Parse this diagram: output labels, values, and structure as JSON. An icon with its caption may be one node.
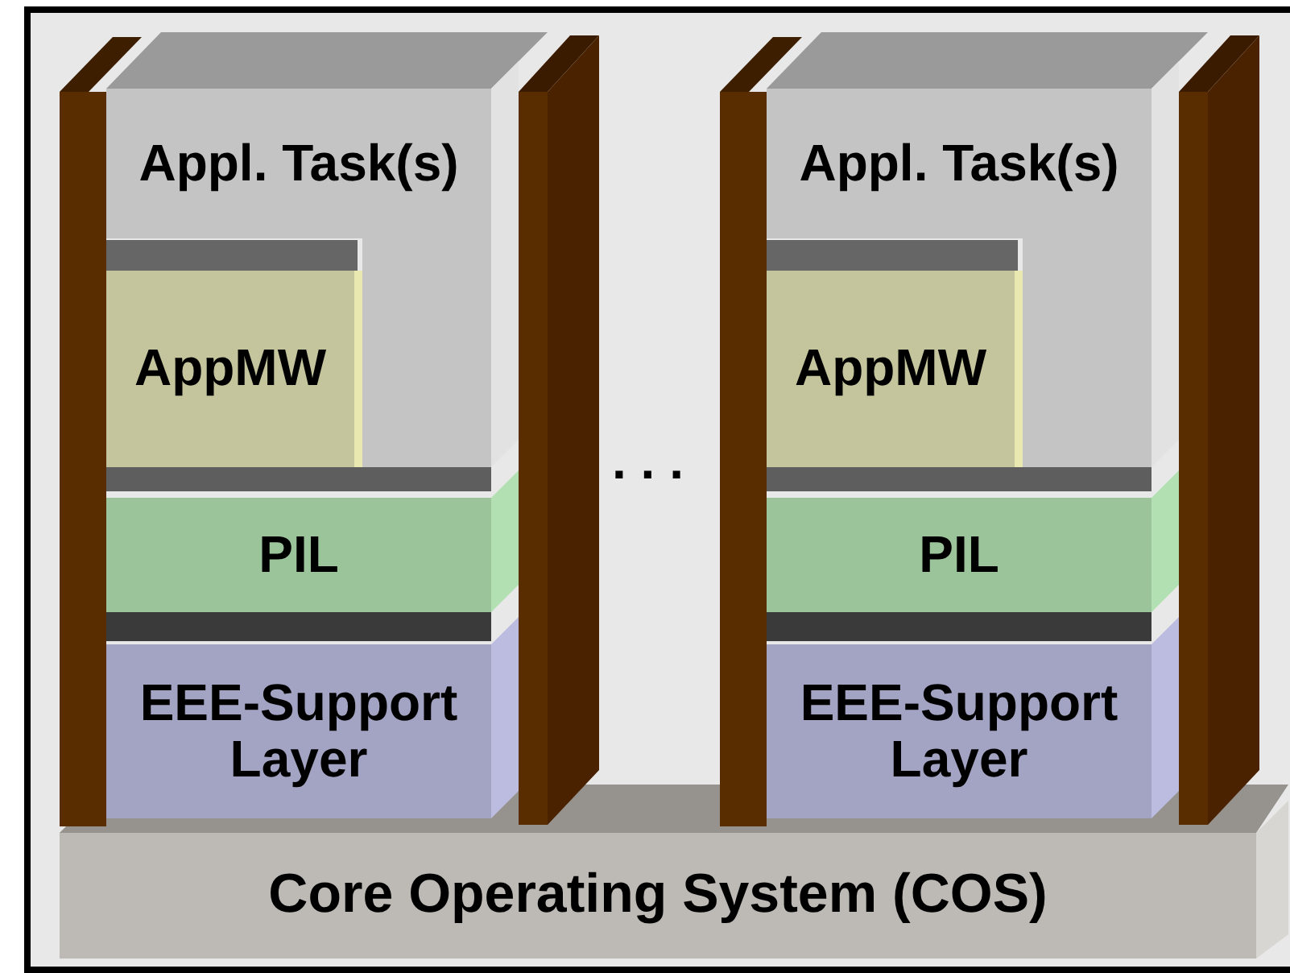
{
  "diagram": {
    "nodes": [
      {
        "text": [
          "Appl. Task(s)"
        ]
      },
      {
        "text": [
          "AppMW"
        ]
      },
      {
        "text": [
          "PIL"
        ]
      },
      {
        "text": [
          "EEE-Support Layer"
        ]
      },
      {
        "text": [
          "Appl. Task(s)"
        ]
      },
      {
        "text": [
          "AppMW"
        ]
      },
      {
        "text": [
          "PIL"
        ]
      },
      {
        "text": [
          "EEE-Support Layer"
        ]
      },
      {
        "text": [
          "Core Operating System (COS)"
        ]
      }
    ],
    "labels": [
      ". . ."
    ]
  }
}
